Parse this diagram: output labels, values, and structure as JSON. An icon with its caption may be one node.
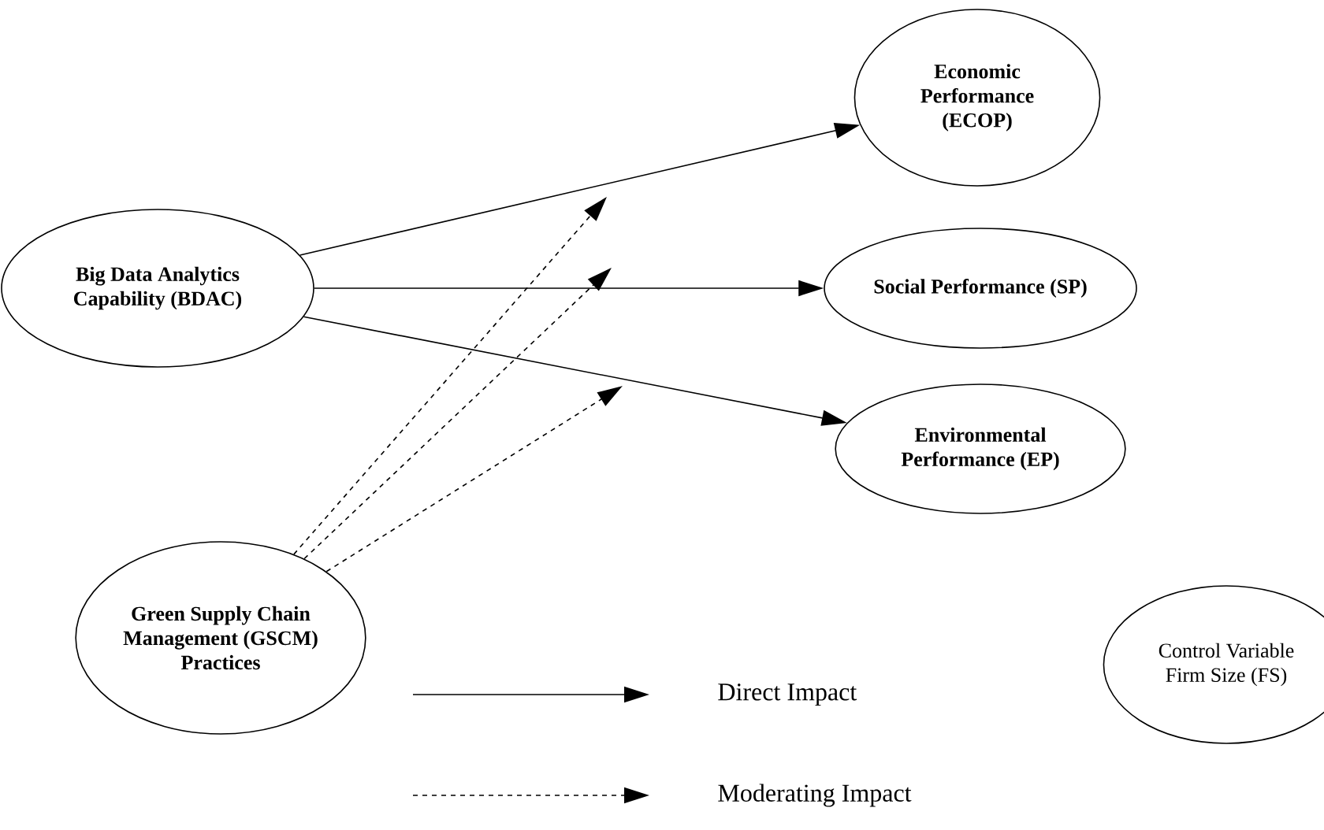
{
  "diagram": {
    "nodes": [
      {
        "text": [
          "Big Data Analytics Capability (BDAC)"
        ]
      },
      {
        "text": [
          "Economic Performance (ECOP)"
        ]
      },
      {
        "text": [
          "Social Performance (SP)"
        ]
      },
      {
        "text": [
          "Environmental Performance (EP)"
        ]
      },
      {
        "text": [
          "Green Supply Chain Management (GSCM) Practices"
        ]
      },
      {
        "text": [
          "Control Variable Firm Size (FS)"
        ]
      }
    ],
    "edges": [
      {
        "from": 0,
        "to": 1,
        "arrow": "to"
      },
      {
        "from": 0,
        "to": 2,
        "arrow": "to"
      },
      {
        "from": 0,
        "to": 3,
        "arrow": "to"
      },
      {
        "from": 4,
        "to": null,
        "arrow": "to",
        "style": "dashed"
      },
      {
        "from": 4,
        "to": null,
        "arrow": "to",
        "style": "dashed"
      },
      {
        "from": 4,
        "to": null,
        "arrow": "to",
        "style": "dashed"
      }
    ],
    "legend": [
      {
        "text": "Direct Impact"
      },
      {
        "text": "Moderating Impact"
      }
    ]
  }
}
